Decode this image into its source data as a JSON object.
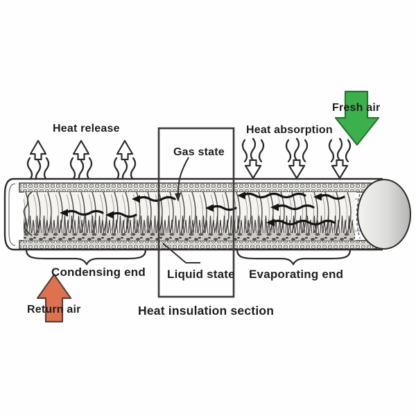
{
  "diagram": {
    "subject": "heat pipe heat exchanger cross-section",
    "labels": {
      "heat_release": "Heat release",
      "gas_state": "Gas state",
      "heat_absorption": "Heat absorption",
      "fresh_air": "Fresh air",
      "condensing_end": "Condensing end",
      "liquid_state": "Liquid state",
      "evaporating_end": "Evaporating end",
      "heat_insulation_section": "Heat insulation section",
      "return_air": "Return air"
    },
    "colors": {
      "fresh_air_arrow_fill": "#3cb04c",
      "fresh_air_arrow_stroke": "#26772e",
      "return_air_arrow_fill": "#e0714e",
      "return_air_arrow_stroke": "#52433a",
      "line_color": "#2c2c2c",
      "text_color": "#1e1e1e"
    },
    "icons": {
      "heat_wave_up": "wavy-outline-arrow-up",
      "heat_wave_down": "wavy-outline-arrow-down",
      "fresh_air_arrow": "solid-block-arrow-down",
      "return_air_arrow": "solid-block-arrow-up",
      "vapor_flow_arrow": "black-wavy-arrow-left"
    }
  }
}
